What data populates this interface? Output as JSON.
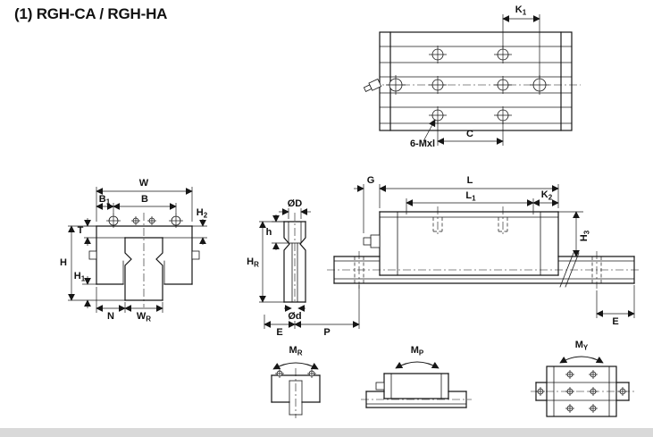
{
  "title": "(1) RGH-CA / RGH-HA",
  "colors": {
    "line": "#161616",
    "background": "#ffffff",
    "footer_bar": "#d9d9d9"
  },
  "labels": {
    "K1": {
      "b": "K",
      "s": "1"
    },
    "C": "C",
    "MXL": "6-Mxl",
    "W": "W",
    "B1": {
      "b": "B",
      "s": "1"
    },
    "B": "B",
    "T": "T",
    "H": "H",
    "H1": {
      "b": "H",
      "s": "1"
    },
    "H2": {
      "b": "H",
      "s": "2"
    },
    "H3": {
      "b": "H",
      "s": "3"
    },
    "N": "N",
    "WR": {
      "b": "W",
      "s": "R"
    },
    "OD": "ØD",
    "h": "h",
    "HR": {
      "b": "H",
      "s": "R"
    },
    "Od": "Ød",
    "E": "E",
    "P": "P",
    "G": "G",
    "L": "L",
    "L1": {
      "b": "L",
      "s": "1"
    },
    "K2": {
      "b": "K",
      "s": "2"
    },
    "MR": {
      "b": "M",
      "s": "R"
    },
    "MP": {
      "b": "M",
      "s": "P"
    },
    "MY": {
      "b": "M",
      "s": "Y"
    }
  }
}
